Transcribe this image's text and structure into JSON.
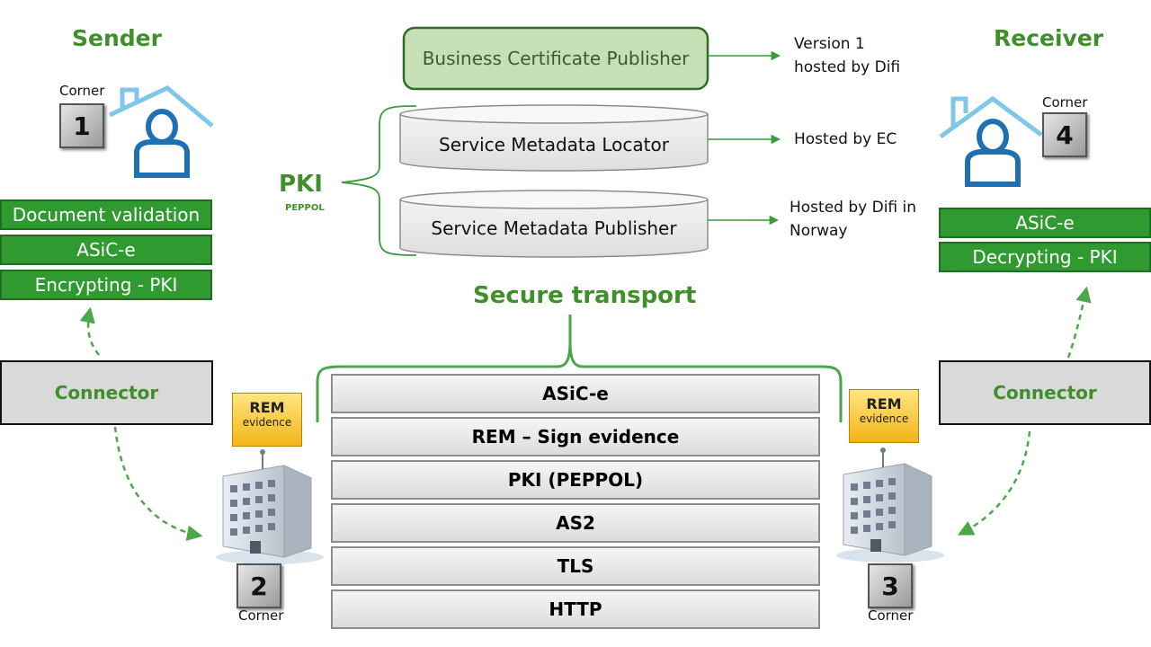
{
  "sender": {
    "title": "Sender",
    "corner_label": "Corner",
    "corner_number": "1"
  },
  "receiver": {
    "title": "Receiver",
    "corner_label": "Corner",
    "corner_number": "4"
  },
  "sender_stack": [
    "Document validation",
    "ASiC-e",
    "Encrypting - PKI"
  ],
  "receiver_stack": [
    "ASiC-e",
    "Decrypting - PKI"
  ],
  "connector_left": "Connector",
  "connector_right": "Connector",
  "access_point_left": {
    "corner_number": "2",
    "corner_label": "Corner",
    "envelope_title": "REM",
    "envelope_sub": "evidence"
  },
  "access_point_right": {
    "corner_number": "3",
    "corner_label": "Corner",
    "envelope_title": "REM",
    "envelope_sub": "evidence"
  },
  "infrastructure": {
    "bcp": "Business Certificate Publisher",
    "sml": "Service Metadata Locator",
    "smp": "Service Metadata Publisher",
    "pki_label": "PKI",
    "pki_sub": "PEPPOL"
  },
  "notes": {
    "bcp_line1": "Version 1",
    "bcp_line2": "hosted by Difi",
    "sml": "Hosted by EC",
    "smp_line1": "Hosted by Difi in",
    "smp_line2": "Norway"
  },
  "transport": {
    "title": "Secure transport",
    "layers": [
      "ASiC-e",
      "REM – Sign evidence",
      "PKI (PEPPOL)",
      "AS2",
      "TLS",
      "HTTP"
    ]
  },
  "colors": {
    "green": "#2f9a2f",
    "title_green": "#3f8f2a",
    "house_blue": "#7fc7e8",
    "person_blue": "#1f6fb5",
    "bcp_fill": "#c5e0b4"
  }
}
